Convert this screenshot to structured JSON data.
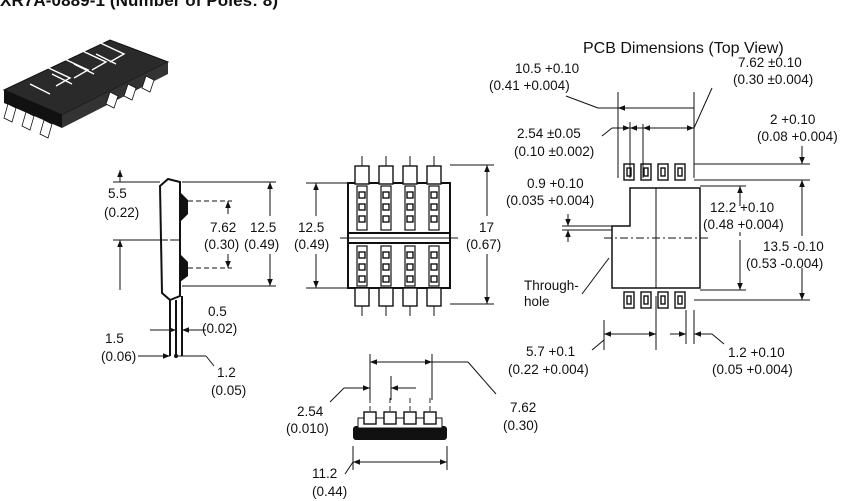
{
  "title": "XR7A-0889-1 (Number of Poles: 8)",
  "pcb_title": "PCB Dimensions (Top View)",
  "side_view": {
    "dim_55": "5.5",
    "dim_55_in": "(0.22)",
    "dim_762": "7.62",
    "dim_762_in": "(0.30)",
    "dim_125": "12.5",
    "dim_125_in": "(0.49)",
    "dim_05": "0.5",
    "dim_05_in": "(0.02)",
    "dim_15": "1.5",
    "dim_15_in": "(0.06)",
    "dim_12": "1.2",
    "dim_12_in": "(0.05)"
  },
  "top_view": {
    "dim_125": "12.5",
    "dim_125_in": "(0.49)",
    "dim_17": "17",
    "dim_17_in": "(0.67)"
  },
  "front_view": {
    "dim_254": "2.54",
    "dim_254_in": "(0.010)",
    "dim_762": "7.62",
    "dim_762_in": "(0.30)",
    "dim_112": "11.2",
    "dim_112_in": "(0.44)"
  },
  "pcb": {
    "dim_105": "10.5 +0.10",
    "dim_105_in": "(0.41 +0.004)",
    "dim_762": "7.62 ±0.10",
    "dim_762_in": "(0.30 ±0.004)",
    "dim_2": "2 +0.10",
    "dim_2_in": "(0.08 +0.004)",
    "dim_254": "2.54 ±0.05",
    "dim_254_in": "(0.10 ±0.002)",
    "dim_09": "0.9 +0.10",
    "dim_09_in": "(0.035 +0.004)",
    "dim_122": "12.2 +0.10",
    "dim_122_in": "(0.48 +0.004)",
    "dim_135": "13.5 -0.10",
    "dim_135_in": "(0.53 -0.004)",
    "through_hole_1": "Through-",
    "through_hole_2": "hole",
    "dim_57": "5.7 +0.1",
    "dim_57_in": "(0.22 +0.004)",
    "dim_12": "1.2 +0.10",
    "dim_12_in": "(0.05 +0.004)"
  }
}
